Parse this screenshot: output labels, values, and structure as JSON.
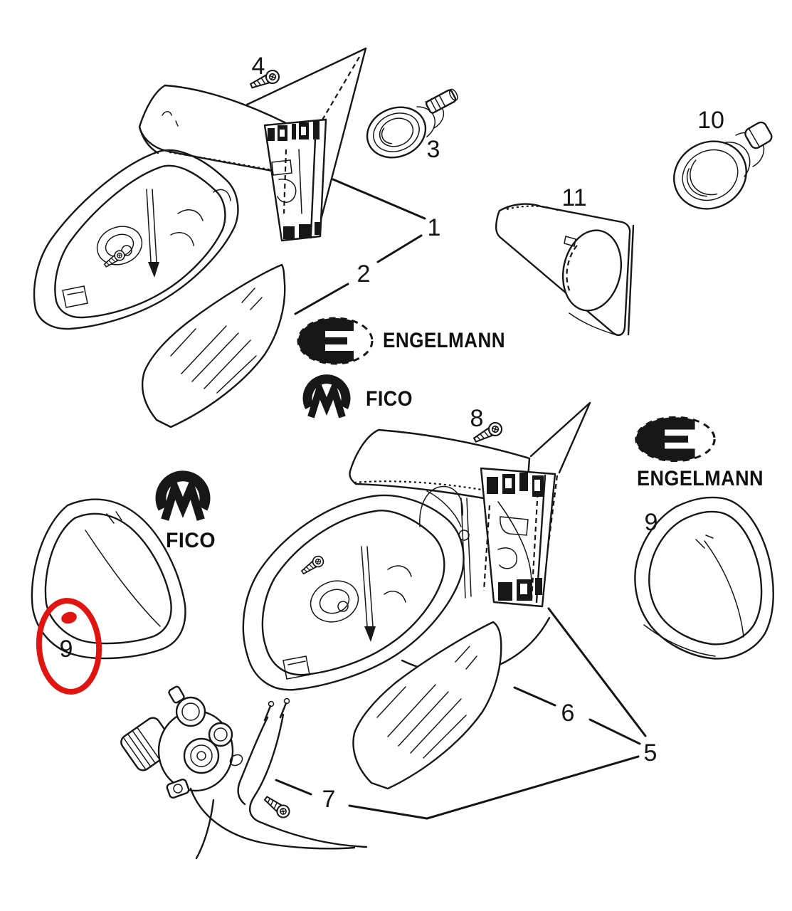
{
  "diagram": {
    "type": "exploded-parts-diagram",
    "subject": "car door mirror assemblies",
    "background_color": "#ffffff",
    "line_color": "#171717",
    "highlight_color": "#e01410",
    "part_labels": [
      {
        "text": "1"
      },
      {
        "text": "2"
      },
      {
        "text": "3"
      },
      {
        "text": "4"
      },
      {
        "text": "5"
      },
      {
        "text": "6"
      },
      {
        "text": "7"
      },
      {
        "text": "8"
      },
      {
        "text": "9"
      },
      {
        "text": "9"
      },
      {
        "text": "10"
      },
      {
        "text": "11"
      }
    ],
    "brands": [
      {
        "name": "engelmann-top",
        "label": "ENGELMANN"
      },
      {
        "name": "fico-top",
        "label": "FICO"
      },
      {
        "name": "fico-left",
        "label": "FICO"
      },
      {
        "name": "engelmann-right",
        "label": "ENGELMANN"
      }
    ],
    "highlight": {
      "circled_part_label": "9",
      "shape": "red ellipse with red dot marker on bezel"
    }
  }
}
